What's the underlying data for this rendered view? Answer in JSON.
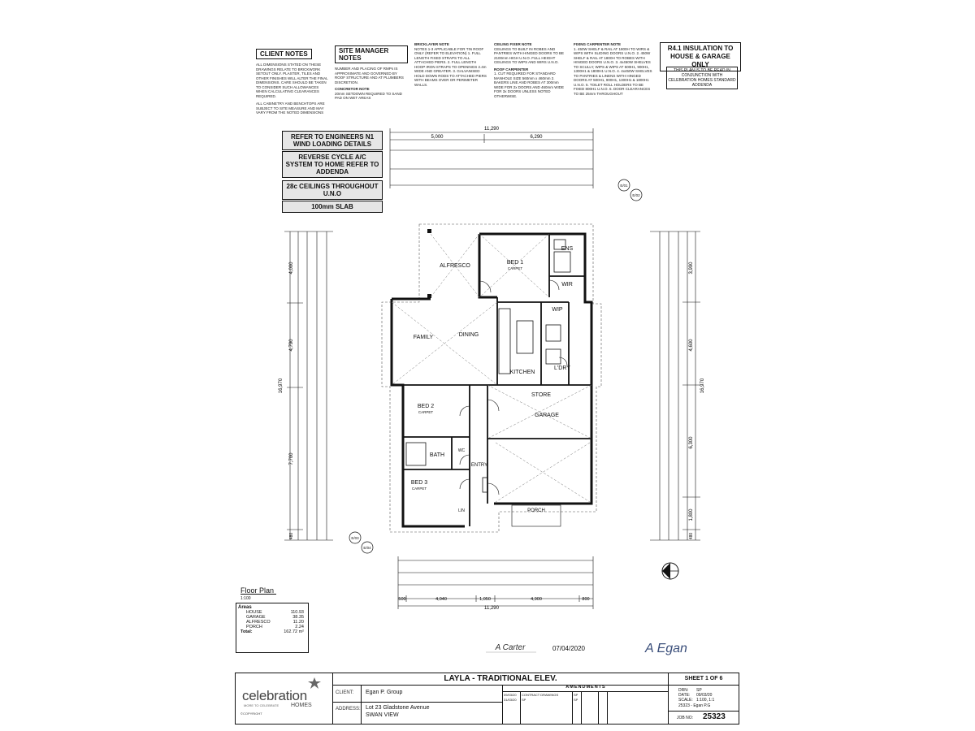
{
  "notes": {
    "client": {
      "title": "CLIENT NOTES",
      "body": "ALL DIMENSIONS STATED ON THESE DRAWINGS RELATE TO BRICKWORK SETOUT ONLY. PLASTER, TILES AND OTHER FINISHES WILL ALTER THE FINAL DIMENSIONS. CARE SHOULD BE TAKEN TO CONSIDER SUCH ALLOWANCES WHEN CALCULATING CLEARANCES REQUIRED.",
      "body2": "ALL CABINETRY AND BENCHTOPS ARE SUBJECT TO SITE MEASURE AND MAY VARY FROM THE NOTED DIMENSIONS"
    },
    "site_manager": {
      "title": "SITE MANAGER NOTES",
      "body": "NUMBER AND PLACING OF RMPs IS APPROXIMATE AND GOVERNED BY ROOF STRUCTURE AND AT PLUMBERS DISCRETION.",
      "sub_title": "CONCRETOR NOTE",
      "sub_body": "20mm SETDOWN REQUIRED TO SAND PAD ON WET AREAS"
    },
    "bricklayer": {
      "title": "BRICKLAYER NOTE",
      "body": "NOTES 1-3 APPLICABLE FOR TIN ROOF ONLY (REFER TO ELEVATION) 1. FULL LENGTH FIXED STRAPS TO ALL ATTACHED PIERS. 2. FULL LENGTH HOOP IRON STRAPS TO OPENINGS 2.4m WIDE AND GREATER. 3. GALVANISED HOLD DOWN RODS TO ATTACHED PIERS WITH BEAMS OVER OR PERIMETER WALLS."
    },
    "ceiling_fixer": {
      "title": "CEILING FIXER NOTE",
      "body": "CEILINGS TO BUILT IN ROBES AND PANTRIES WITH HINGED DOORS TO BE 2100mm HIGH U.N.O. FULL HEIGHT CEILINGS TO WIPS AND WIRS U.N.O.",
      "sub_title": "ROOF CARPENTER",
      "sub_body": "1. CUT REQUIRED FOR STANDARD MANHOLE SIZE 560mm x 460mm 2. BAKERS LINE AND ROBES AT 300mm WIDE FOR 2x DOORS AND 460mm WIDE FOR 3x DOORS UNLESS NOTED OTHERWISE."
    },
    "fixing_carpenter": {
      "title": "FIXING CARPENTER NOTE",
      "body": "1. 450W SHELF & RAIL AT 1800H TO WIRS & WIPS WITH SLIDING DOORS U.N.O. 2. 450W SHELF & RAIL AT 1800H TO ROBES WITH HINGED DOORS U.N.O. 3. 4x450W SHELVES TO SCULLY, WIPS & WIPS AT 500H1, 900H1, 1300H1 & 1800H1 U.N.O. 4. 4x450W SHELVES TO PANTRIES & LINENS WITH HINGED DOORS AT 500H1, 900H1, 1300H1 & 1800H1 U.N.O. 5. TOILET ROLL HOLDERS TO BE FIXED 800H1 U.N.O. 6. DOOR CLEARANCES TO BE 25mm THROUGHOUT"
    },
    "r41": "R4.1 INSULATION TO HOUSE & GARAGE ONLY",
    "r41_sub": "THIS PLAN IS TO BE READ IN CONJUNCTION WITH CELEBRATION HOMES STANDARD ADDENDA"
  },
  "callouts": [
    "REFER TO ENGINEERS N1 WIND LOADING DETAILS",
    "REVERSE CYCLE A/C SYSTEM TO HOME REFER TO ADDENDA",
    "28c CEILINGS THROUGHOUT U.N.O",
    "100mm SLAB"
  ],
  "dims": {
    "top_total": "11,290",
    "top_left": "5,000",
    "top_right": "6,290",
    "bottom_total": "11,290",
    "bottom_segments": [
      "500",
      "4,040",
      "1,050",
      "4,900",
      "800"
    ],
    "left_segments": [
      "4,000",
      "4,790",
      "7,700",
      "480"
    ],
    "left_total": "16,970",
    "right_segments": [
      "3,990",
      "4,600",
      "6,300",
      "1,800",
      "480"
    ],
    "right_total": "16,970"
  },
  "rooms": {
    "alfresco": "ALFRESCO",
    "bed1": "BED 1",
    "bed1_sub": "CARPET",
    "ens": "ENS",
    "wir": "WIR",
    "wip": "WIP",
    "family": "FAMILY",
    "dining": "DINING",
    "kitchen": "KITCHEN",
    "ldry": "L'DRY",
    "bed2": "BED 2",
    "bed2_sub": "CARPET",
    "bath": "BATH",
    "store": "STORE",
    "garage": "GARAGE",
    "entry": "ENTRY",
    "bed3": "BED 3",
    "bed3_sub": "CARPET",
    "porch": "PORCH",
    "linen": "LIN",
    "wc": "WC"
  },
  "section_markers": [
    "E/01",
    "E/02",
    "E/03",
    "E/04"
  ],
  "floor_plan": {
    "title": "Floor Plan",
    "scale": "1:100"
  },
  "areas": {
    "heading": "Areas",
    "rows": [
      {
        "name": "HOUSE",
        "value": "110.93"
      },
      {
        "name": "GARAGE",
        "value": "38.35"
      },
      {
        "name": "ALFRESCO",
        "value": "11.20"
      },
      {
        "name": "PORCH",
        "value": "2.24"
      }
    ],
    "total_label": "Total:",
    "total_value": "162.72 m²"
  },
  "signature": {
    "name": "A Carter",
    "date": "07/04/2020",
    "client_sig": "A Egan"
  },
  "title_block": {
    "logo_text": "celebration",
    "logo_sub": "HOMES",
    "logo_tag": "MORE TO CELEBRATE",
    "copyright": "©COPYRIGHT",
    "project_title": "LAYLA - TRADITIONAL ELEV.",
    "client_label": "CLIENT:",
    "client_value": "Egan P. Group",
    "address_label": "ADDRESS:",
    "address_line1": "Lot 23 Gladstone Avenue",
    "address_line2": "SWAN VIEW",
    "amendments_label": "AMENDMENTS",
    "amendments": [
      {
        "date": "09/03/20",
        "desc": "CONTRACT DRAWINGS",
        "by": "SP"
      },
      {
        "date": "31/03/20",
        "desc": "SP",
        "by": "SP"
      }
    ],
    "sheet": "SHEET 1 OF 6",
    "drn_label": "DRN:",
    "drn_value": "SP",
    "date_label": "DATE:",
    "date_value": "09/03/20",
    "scale_label": "SCALE:",
    "scale_value": "1:100, 1:1",
    "ref": "25323 - Egan P.G",
    "job_label": "JOB NO:",
    "job_value": "25323"
  }
}
